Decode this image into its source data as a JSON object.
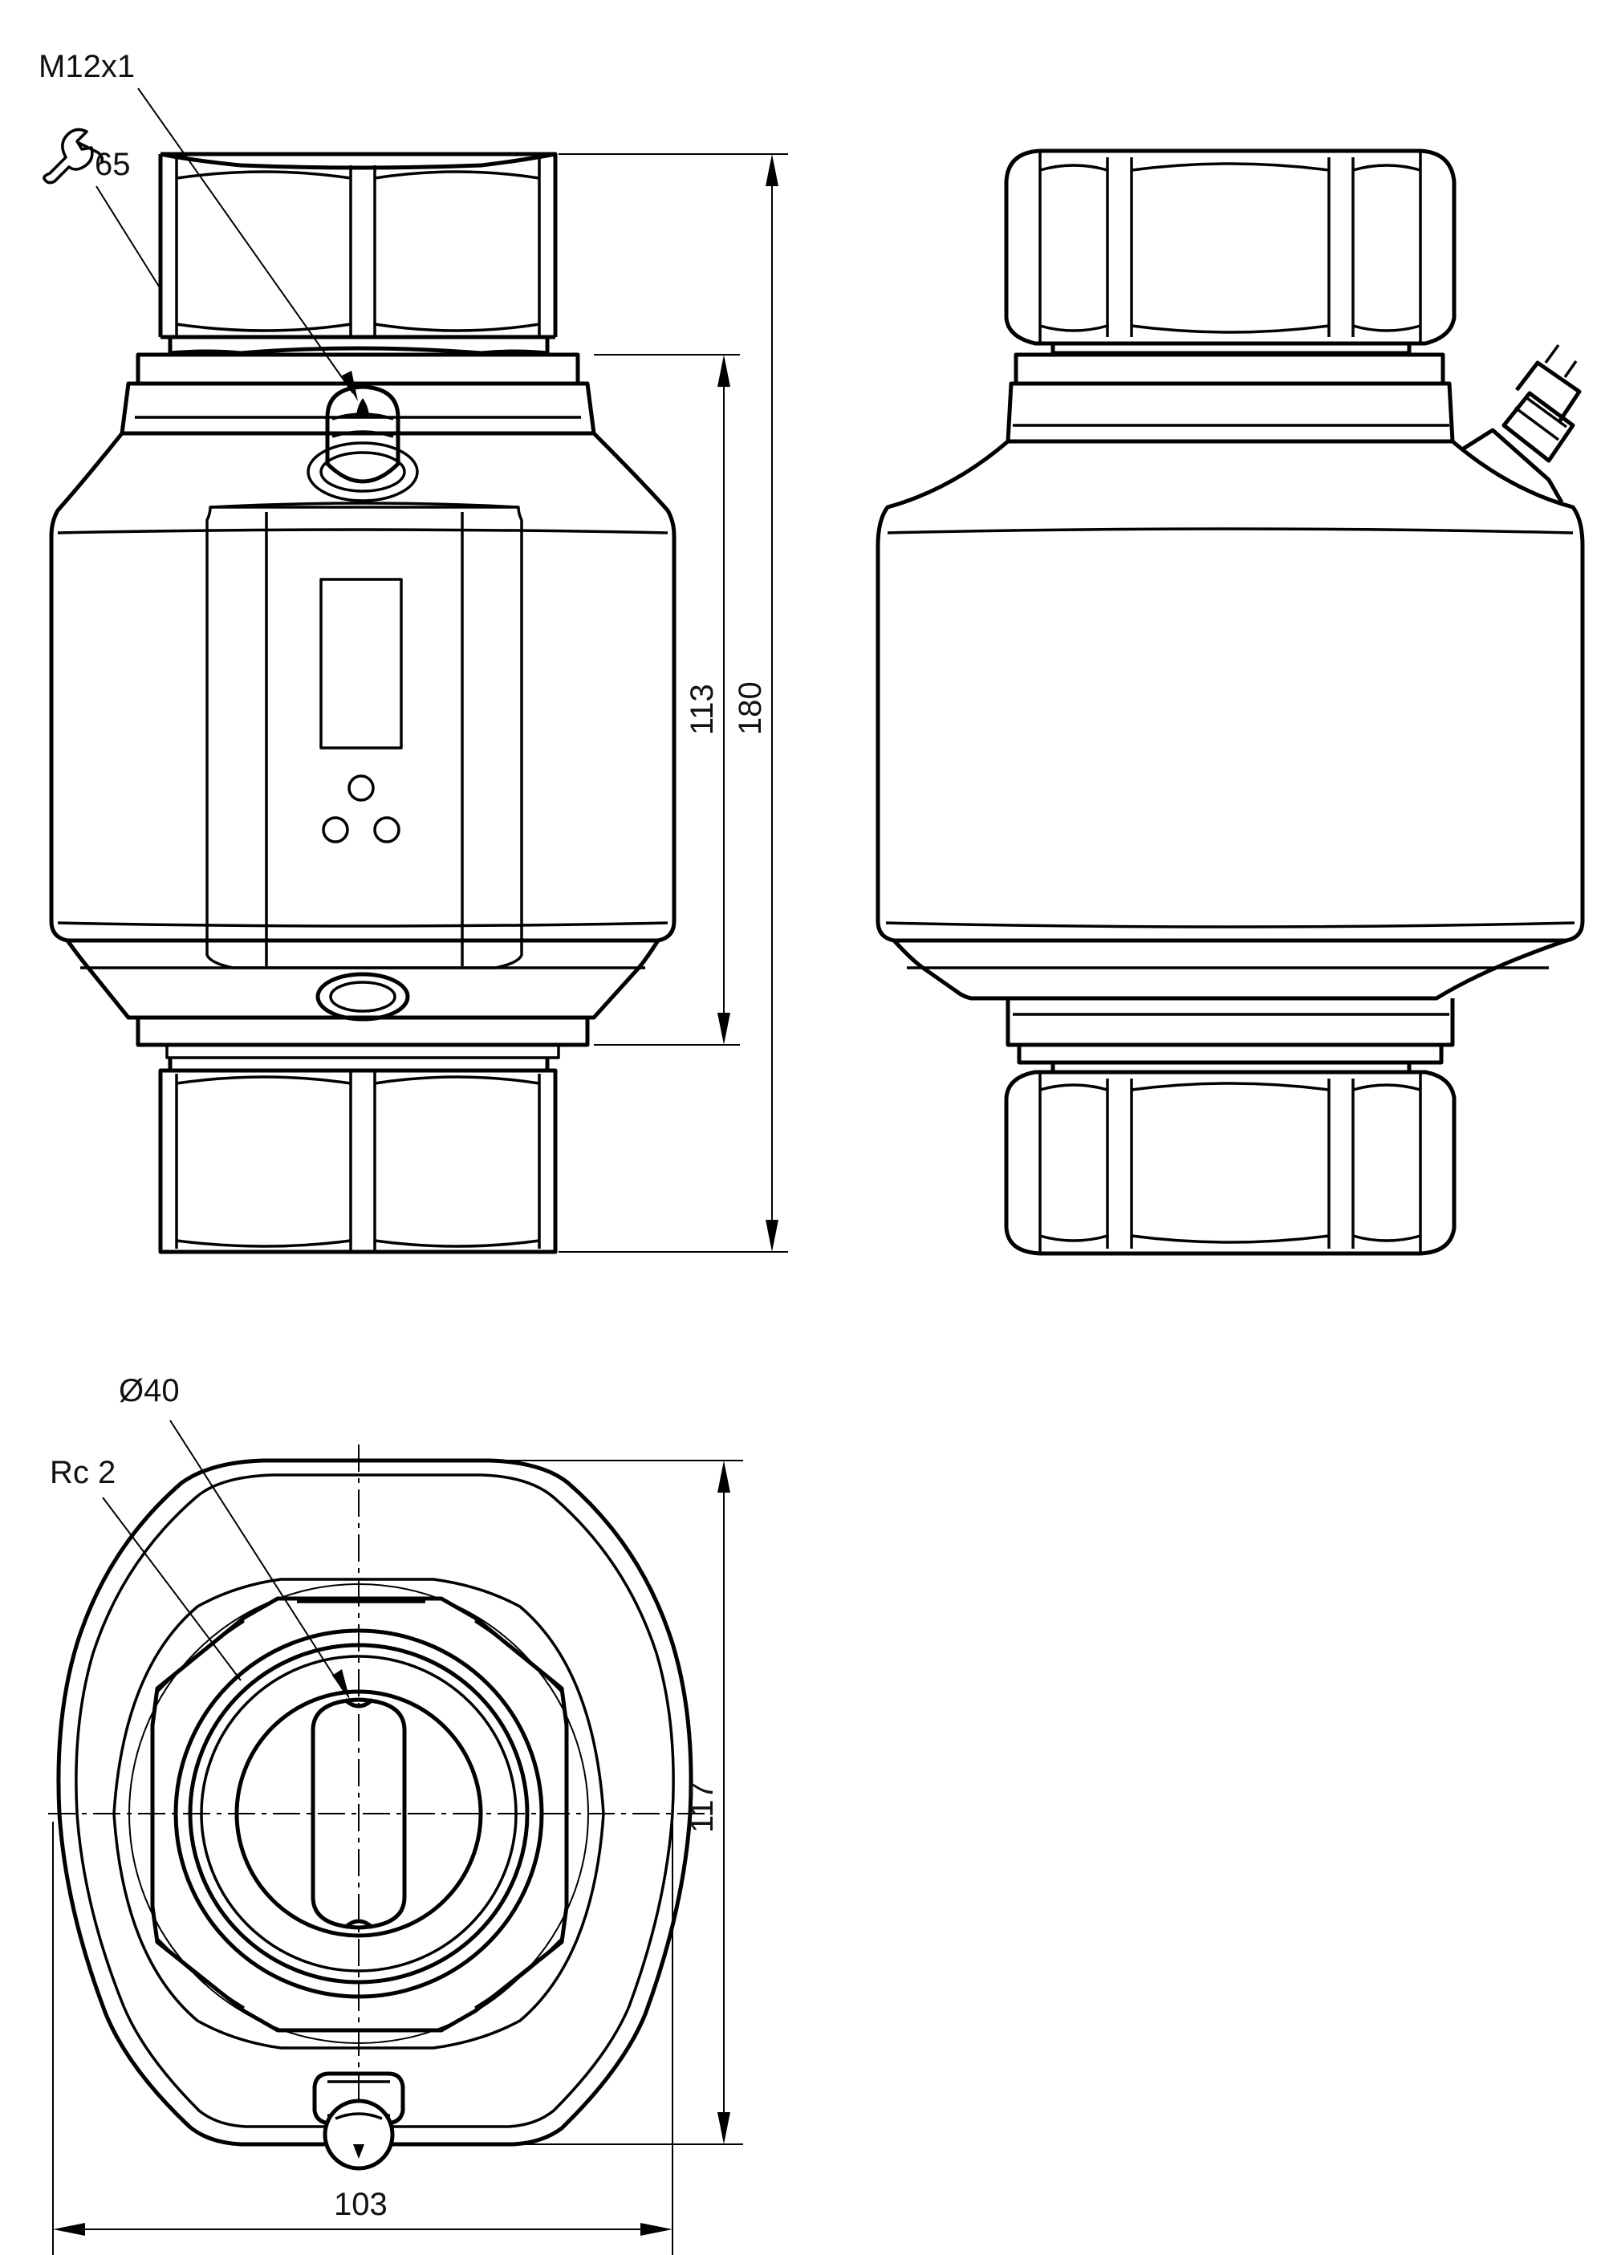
{
  "labels": {
    "thread_connector": "M12x1",
    "wrench_size": "65",
    "dim_113": "113",
    "dim_180": "180",
    "diameter": "Ø40",
    "pipe_thread": "Rc 2",
    "dim_117": "117",
    "dim_103": "103"
  },
  "icons": {
    "wrench": "wrench-icon"
  }
}
